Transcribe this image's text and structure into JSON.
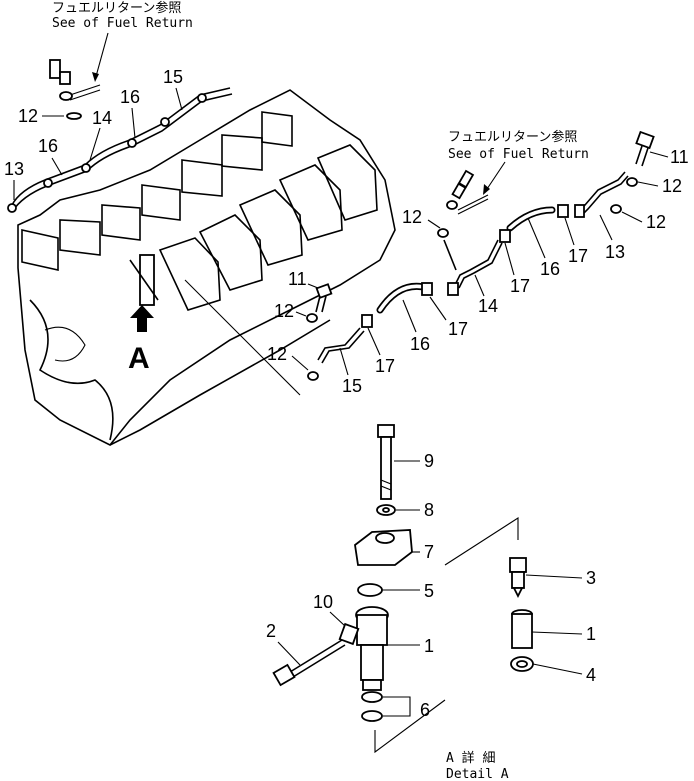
{
  "notes": {
    "fuel_return_top_jp": "フュエルリターン参照",
    "fuel_return_top_en": "See of Fuel Return",
    "fuel_return_mid_jp": "フュエルリターン参照",
    "fuel_return_mid_en": "See of Fuel Return",
    "view_a": "A",
    "detail_jp": "A 詳 細",
    "detail_en": "Detail A"
  },
  "callouts": {
    "top_12": "12",
    "top_14": "14",
    "top_16a": "16",
    "top_16b": "16",
    "top_13": "13",
    "top_15": "15",
    "r_11": "11",
    "r_12a": "12",
    "r_12b": "12",
    "r_12c": "12",
    "r_13": "13",
    "r_16": "16",
    "r_17a": "17",
    "r_17b": "17",
    "r_14": "14",
    "m_11": "11",
    "m_12a": "12",
    "m_12b": "12",
    "m_16": "16",
    "m_17a": "17",
    "m_17b": "17",
    "m_15": "15",
    "p_9": "9",
    "p_8": "8",
    "p_7": "7",
    "p_5": "5",
    "p_1": "1",
    "p_10": "10",
    "p_2": "2",
    "p_6": "6",
    "d_3": "3",
    "d_1": "1",
    "d_4": "4"
  }
}
